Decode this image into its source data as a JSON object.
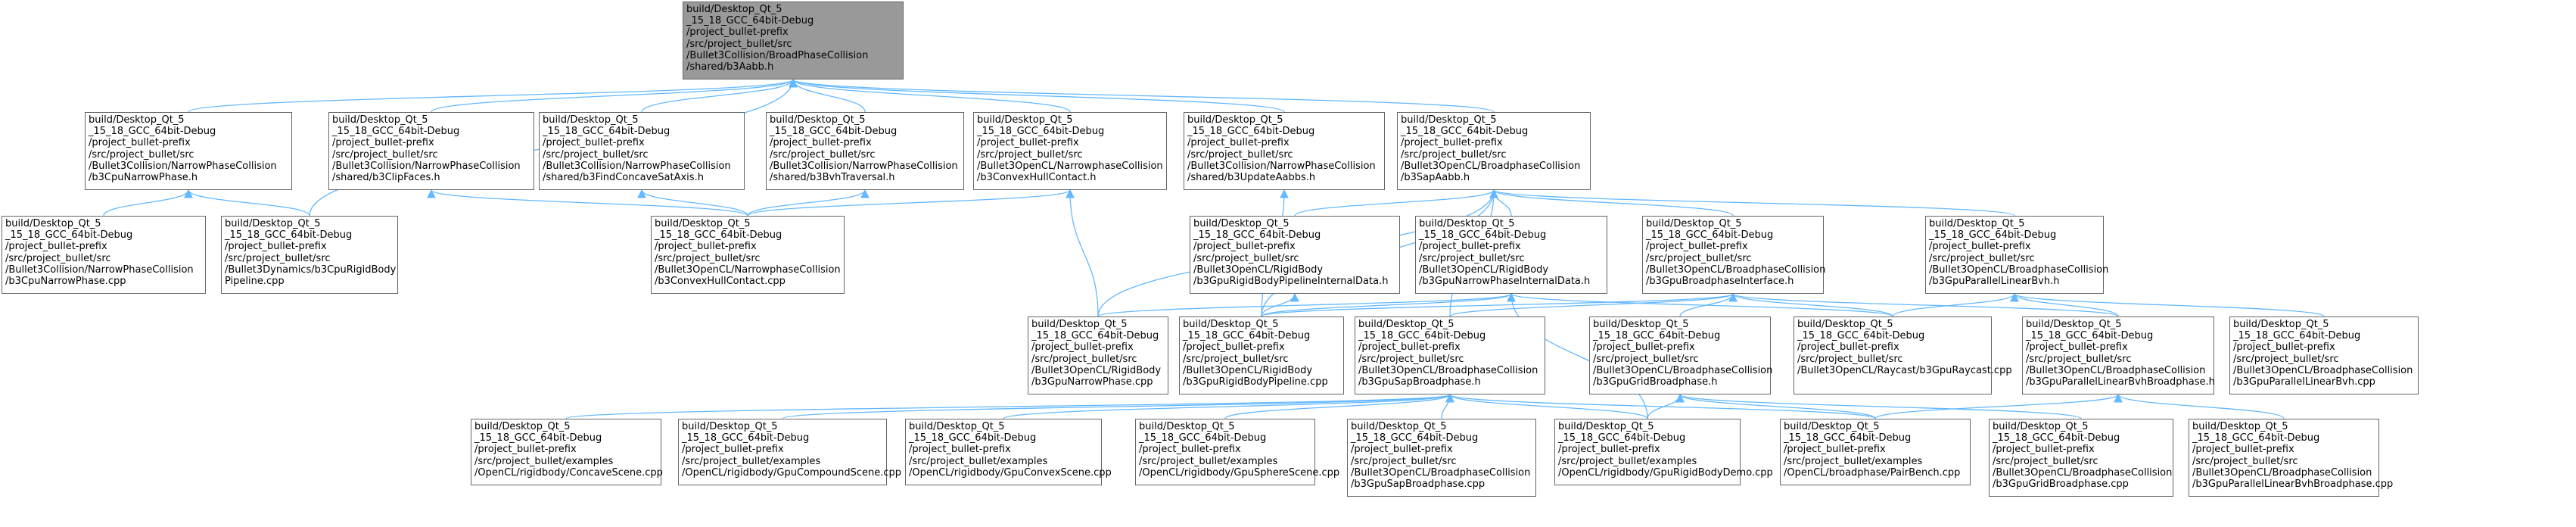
{
  "diagram": {
    "type": "include-dependency-graph",
    "colors": {
      "edge": "#63b8ff",
      "node_border": "#666666",
      "node_fill": "#ffffff",
      "root_fill": "#999999"
    },
    "nodes": [
      {
        "id": "root",
        "lines": [
          "build/Desktop_Qt_5",
          "_15_18_GCC_64bit-Debug",
          "/project_bullet-prefix",
          "/src/project_bullet/src",
          "/Bullet3Collision/BroadPhaseCollision",
          "/shared/b3Aabb.h"
        ]
      },
      {
        "id": "n1",
        "lines": [
          "build/Desktop_Qt_5",
          "_15_18_GCC_64bit-Debug",
          "/project_bullet-prefix",
          "/src/project_bullet/src",
          "/Bullet3Collision/NarrowPhaseCollision",
          "/b3CpuNarrowPhase.h"
        ]
      },
      {
        "id": "n2",
        "lines": [
          "build/Desktop_Qt_5",
          "_15_18_GCC_64bit-Debug",
          "/project_bullet-prefix",
          "/src/project_bullet/src",
          "/Bullet3Collision/NarrowPhaseCollision",
          "/shared/b3ClipFaces.h"
        ]
      },
      {
        "id": "n3",
        "lines": [
          "build/Desktop_Qt_5",
          "_15_18_GCC_64bit-Debug",
          "/project_bullet-prefix",
          "/src/project_bullet/src",
          "/Bullet3Collision/NarrowPhaseCollision",
          "/shared/b3FindConcaveSatAxis.h"
        ]
      },
      {
        "id": "n4",
        "lines": [
          "build/Desktop_Qt_5",
          "_15_18_GCC_64bit-Debug",
          "/project_bullet-prefix",
          "/src/project_bullet/src",
          "/Bullet3Collision/NarrowPhaseCollision",
          "/shared/b3BvhTraversal.h"
        ]
      },
      {
        "id": "n5",
        "lines": [
          "build/Desktop_Qt_5",
          "_15_18_GCC_64bit-Debug",
          "/project_bullet-prefix",
          "/src/project_bullet/src",
          "/Bullet3OpenCL/NarrowphaseCollision",
          "/b3ConvexHullContact.h"
        ]
      },
      {
        "id": "n6",
        "lines": [
          "build/Desktop_Qt_5",
          "_15_18_GCC_64bit-Debug",
          "/project_bullet-prefix",
          "/src/project_bullet/src",
          "/Bullet3Collision/NarrowPhaseCollision",
          "/shared/b3UpdateAabbs.h"
        ]
      },
      {
        "id": "n7",
        "lines": [
          "build/Desktop_Qt_5",
          "_15_18_GCC_64bit-Debug",
          "/project_bullet-prefix",
          "/src/project_bullet/src",
          "/Bullet3OpenCL/BroadphaseCollision",
          "/b3SapAabb.h"
        ]
      },
      {
        "id": "n8",
        "lines": [
          "build/Desktop_Qt_5",
          "_15_18_GCC_64bit-Debug",
          "/project_bullet-prefix",
          "/src/project_bullet/src",
          "/Bullet3Collision/NarrowPhaseCollision",
          "/b3CpuNarrowPhase.cpp"
        ]
      },
      {
        "id": "n9",
        "lines": [
          "build/Desktop_Qt_5",
          "_15_18_GCC_64bit-Debug",
          "/project_bullet-prefix",
          "/src/project_bullet/src",
          "/Bullet3Dynamics/b3CpuRigidBody",
          "Pipeline.cpp"
        ]
      },
      {
        "id": "n10",
        "lines": [
          "build/Desktop_Qt_5",
          "_15_18_GCC_64bit-Debug",
          "/project_bullet-prefix",
          "/src/project_bullet/src",
          "/Bullet3OpenCL/NarrowphaseCollision",
          "/b3ConvexHullContact.cpp"
        ]
      },
      {
        "id": "n11",
        "lines": [
          "build/Desktop_Qt_5",
          "_15_18_GCC_64bit-Debug",
          "/project_bullet-prefix",
          "/src/project_bullet/src",
          "/Bullet3OpenCL/RigidBody",
          "/b3GpuRigidBodyPipelineInternalData.h"
        ]
      },
      {
        "id": "n12",
        "lines": [
          "build/Desktop_Qt_5",
          "_15_18_GCC_64bit-Debug",
          "/project_bullet-prefix",
          "/src/project_bullet/src",
          "/Bullet3OpenCL/RigidBody",
          "/b3GpuNarrowPhaseInternalData.h"
        ]
      },
      {
        "id": "n13",
        "lines": [
          "build/Desktop_Qt_5",
          "_15_18_GCC_64bit-Debug",
          "/project_bullet-prefix",
          "/src/project_bullet/src",
          "/Bullet3OpenCL/BroadphaseCollision",
          "/b3GpuBroadphaseInterface.h"
        ]
      },
      {
        "id": "n14",
        "lines": [
          "build/Desktop_Qt_5",
          "_15_18_GCC_64bit-Debug",
          "/project_bullet-prefix",
          "/src/project_bullet/src",
          "/Bullet3OpenCL/BroadphaseCollision",
          "/b3GpuParallelLinearBvh.h"
        ]
      },
      {
        "id": "n15",
        "lines": [
          "build/Desktop_Qt_5",
          "_15_18_GCC_64bit-Debug",
          "/project_bullet-prefix",
          "/src/project_bullet/src",
          "/Bullet3OpenCL/RigidBody",
          "/b3GpuNarrowPhase.cpp"
        ]
      },
      {
        "id": "n16",
        "lines": [
          "build/Desktop_Qt_5",
          "_15_18_GCC_64bit-Debug",
          "/project_bullet-prefix",
          "/src/project_bullet/src",
          "/Bullet3OpenCL/RigidBody",
          "/b3GpuRigidBodyPipeline.cpp"
        ]
      },
      {
        "id": "n17",
        "lines": [
          "build/Desktop_Qt_5",
          "_15_18_GCC_64bit-Debug",
          "/project_bullet-prefix",
          "/src/project_bullet/src",
          "/Bullet3OpenCL/BroadphaseCollision",
          "/b3GpuSapBroadphase.h"
        ]
      },
      {
        "id": "n18",
        "lines": [
          "build/Desktop_Qt_5",
          "_15_18_GCC_64bit-Debug",
          "/project_bullet-prefix",
          "/src/project_bullet/src",
          "/Bullet3OpenCL/BroadphaseCollision",
          "/b3GpuGridBroadphase.h"
        ]
      },
      {
        "id": "n19",
        "lines": [
          "build/Desktop_Qt_5",
          "_15_18_GCC_64bit-Debug",
          "/project_bullet-prefix",
          "/src/project_bullet/src",
          "/Bullet3OpenCL/Raycast/b3GpuRaycast.cpp"
        ]
      },
      {
        "id": "n20",
        "lines": [
          "build/Desktop_Qt_5",
          "_15_18_GCC_64bit-Debug",
          "/project_bullet-prefix",
          "/src/project_bullet/src",
          "/Bullet3OpenCL/BroadphaseCollision",
          "/b3GpuParallelLinearBvhBroadphase.h"
        ]
      },
      {
        "id": "n21",
        "lines": [
          "build/Desktop_Qt_5",
          "_15_18_GCC_64bit-Debug",
          "/project_bullet-prefix",
          "/src/project_bullet/src",
          "/Bullet3OpenCL/BroadphaseCollision",
          "/b3GpuParallelLinearBvh.cpp"
        ]
      },
      {
        "id": "n22",
        "lines": [
          "build/Desktop_Qt_5",
          "_15_18_GCC_64bit-Debug",
          "/project_bullet-prefix",
          "/src/project_bullet/examples",
          "/OpenCL/rigidbody/ConcaveScene.cpp"
        ]
      },
      {
        "id": "n23",
        "lines": [
          "build/Desktop_Qt_5",
          "_15_18_GCC_64bit-Debug",
          "/project_bullet-prefix",
          "/src/project_bullet/examples",
          "/OpenCL/rigidbody/GpuCompoundScene.cpp"
        ]
      },
      {
        "id": "n24",
        "lines": [
          "build/Desktop_Qt_5",
          "_15_18_GCC_64bit-Debug",
          "/project_bullet-prefix",
          "/src/project_bullet/examples",
          "/OpenCL/rigidbody/GpuConvexScene.cpp"
        ]
      },
      {
        "id": "n25",
        "lines": [
          "build/Desktop_Qt_5",
          "_15_18_GCC_64bit-Debug",
          "/project_bullet-prefix",
          "/src/project_bullet/examples",
          "/OpenCL/rigidbody/GpuSphereScene.cpp"
        ]
      },
      {
        "id": "n26",
        "lines": [
          "build/Desktop_Qt_5",
          "_15_18_GCC_64bit-Debug",
          "/project_bullet-prefix",
          "/src/project_bullet/src",
          "/Bullet3OpenCL/BroadphaseCollision",
          "/b3GpuSapBroadphase.cpp"
        ]
      },
      {
        "id": "n27",
        "lines": [
          "build/Desktop_Qt_5",
          "_15_18_GCC_64bit-Debug",
          "/project_bullet-prefix",
          "/src/project_bullet/examples",
          "/OpenCL/rigidbody/GpuRigidBodyDemo.cpp"
        ]
      },
      {
        "id": "n28",
        "lines": [
          "build/Desktop_Qt_5",
          "_15_18_GCC_64bit-Debug",
          "/project_bullet-prefix",
          "/src/project_bullet/examples",
          "/OpenCL/broadphase/PairBench.cpp"
        ]
      },
      {
        "id": "n29",
        "lines": [
          "build/Desktop_Qt_5",
          "_15_18_GCC_64bit-Debug",
          "/project_bullet-prefix",
          "/src/project_bullet/src",
          "/Bullet3OpenCL/BroadphaseCollision",
          "/b3GpuGridBroadphase.cpp"
        ]
      },
      {
        "id": "n30",
        "lines": [
          "build/Desktop_Qt_5",
          "_15_18_GCC_64bit-Debug",
          "/project_bullet-prefix",
          "/src/project_bullet/src",
          "/Bullet3OpenCL/BroadphaseCollision",
          "/b3GpuParallelLinearBvhBroadphase.cpp"
        ]
      }
    ],
    "edges": [
      [
        "n1",
        "root"
      ],
      [
        "n2",
        "root"
      ],
      [
        "n3",
        "root"
      ],
      [
        "n4",
        "root"
      ],
      [
        "n5",
        "root"
      ],
      [
        "n6",
        "root"
      ],
      [
        "n7",
        "root"
      ],
      [
        "n9",
        "root"
      ],
      [
        "n8",
        "n1"
      ],
      [
        "n9",
        "n1"
      ],
      [
        "n10",
        "n2"
      ],
      [
        "n10",
        "n3"
      ],
      [
        "n10",
        "n4"
      ],
      [
        "n10",
        "n5"
      ],
      [
        "n15",
        "n5"
      ],
      [
        "n16",
        "n6"
      ],
      [
        "n11",
        "n7"
      ],
      [
        "n12",
        "n7"
      ],
      [
        "n13",
        "n7"
      ],
      [
        "n14",
        "n7"
      ],
      [
        "n15",
        "n7"
      ],
      [
        "n16",
        "n7"
      ],
      [
        "n17",
        "n7"
      ],
      [
        "n16",
        "n11"
      ],
      [
        "n15",
        "n12"
      ],
      [
        "n16",
        "n12"
      ],
      [
        "n27",
        "n12"
      ],
      [
        "n19",
        "n12"
      ],
      [
        "n16",
        "n13"
      ],
      [
        "n17",
        "n13"
      ],
      [
        "n18",
        "n13"
      ],
      [
        "n19",
        "n13"
      ],
      [
        "n20",
        "n13"
      ],
      [
        "n19",
        "n14"
      ],
      [
        "n20",
        "n14"
      ],
      [
        "n21",
        "n14"
      ],
      [
        "n22",
        "n17"
      ],
      [
        "n23",
        "n17"
      ],
      [
        "n24",
        "n17"
      ],
      [
        "n25",
        "n17"
      ],
      [
        "n26",
        "n17"
      ],
      [
        "n27",
        "n17"
      ],
      [
        "n28",
        "n17"
      ],
      [
        "n27",
        "n18"
      ],
      [
        "n28",
        "n18"
      ],
      [
        "n29",
        "n18"
      ],
      [
        "n28",
        "n20"
      ],
      [
        "n30",
        "n20"
      ]
    ]
  }
}
